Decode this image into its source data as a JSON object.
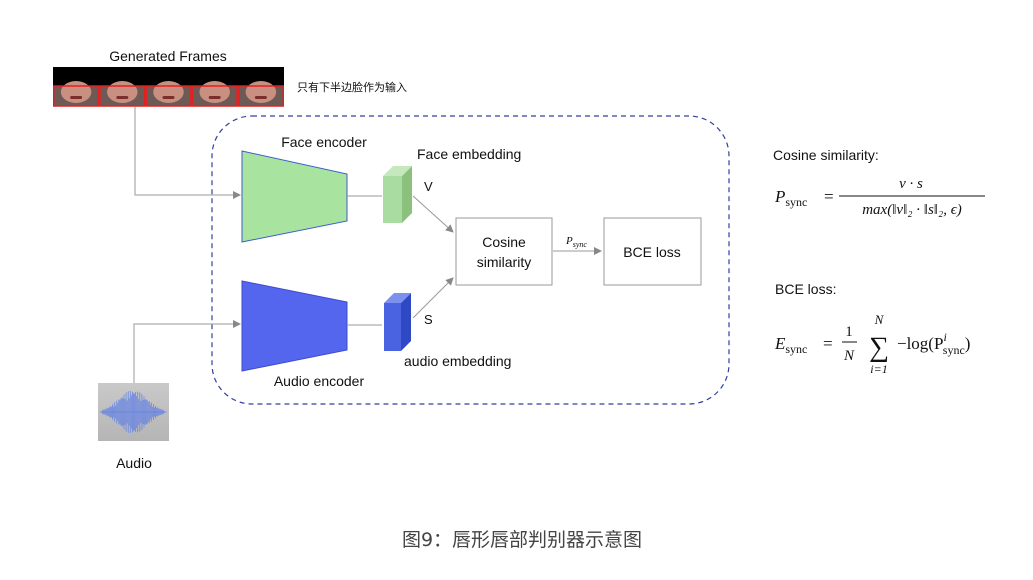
{
  "frames": {
    "title": "Generated Frames",
    "note": "只有下半边脸作为输入",
    "frame_count": 5,
    "frame_colors": {
      "border": "#e02020",
      "mask": "#000000",
      "skin": "#c98f80"
    }
  },
  "sync_module": {
    "face_encoder": "Face encoder",
    "audio_encoder": "Audio encoder",
    "face_embedding": "Face embedding",
    "audio_embedding": "audio embedding",
    "v_label": "V",
    "s_label": "S",
    "cosine_box": [
      "Cosine",
      "similarity"
    ],
    "p_sync": "P",
    "p_sync_sub": "sync",
    "bce_box": "BCE loss",
    "colors": {
      "face": "#a9e3a0",
      "face_edge": "#3a5ed0",
      "audio": "#5566ee",
      "face_emb": "#8bc17d",
      "audio_emb": "#3f5fd6",
      "border": "#3040a0"
    }
  },
  "audio_label": "Audio",
  "formulas": {
    "cosine_title": "Cosine similarity:",
    "cosine_lhs": "P",
    "cosine_lhs_sub": "sync",
    "cosine_num": "v · s",
    "cosine_den": "max(‖v‖₂ · ‖s‖₂, ϵ)",
    "bce_title": "BCE loss:",
    "bce_lhs": "E",
    "bce_lhs_sub": "sync",
    "bce_frac_num": "1",
    "bce_frac_den": "N",
    "bce_sum_top": "N",
    "bce_sum_bottom": "i=1",
    "bce_term": "−log(P",
    "bce_term_sup": "i",
    "bce_term_sub": "sync",
    "bce_term_close": ")"
  },
  "caption": "图9：唇形唇部判别器示意图"
}
